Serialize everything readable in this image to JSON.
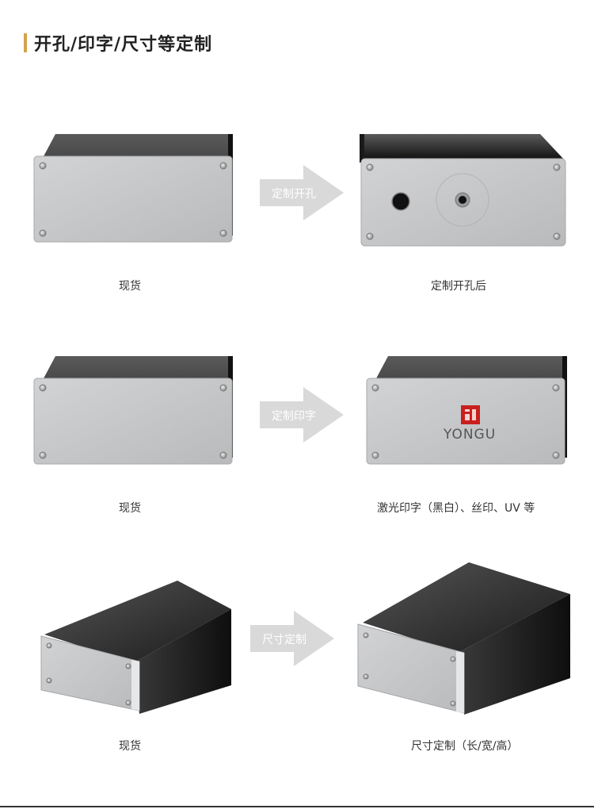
{
  "header": {
    "title": "开孔/印字/尺寸等定制"
  },
  "rows": [
    {
      "arrow_label": "定制开孔",
      "left_caption": "现货",
      "right_caption": "定制开孔后"
    },
    {
      "arrow_label": "定制印字",
      "left_caption": "现货",
      "right_caption": "激光印字（黑白）、丝印、UV 等",
      "logo_text": "YONGU"
    },
    {
      "arrow_label": "尺寸定制",
      "left_caption": "现货",
      "right_caption": "尺寸定制（长/宽/高）"
    }
  ],
  "colors": {
    "accent": "#d4a24c",
    "arrow": "#d9d9d9",
    "panel": "#c8c9cb",
    "body_dark": "#2b2b2b",
    "logo_red": "#c8201e"
  }
}
